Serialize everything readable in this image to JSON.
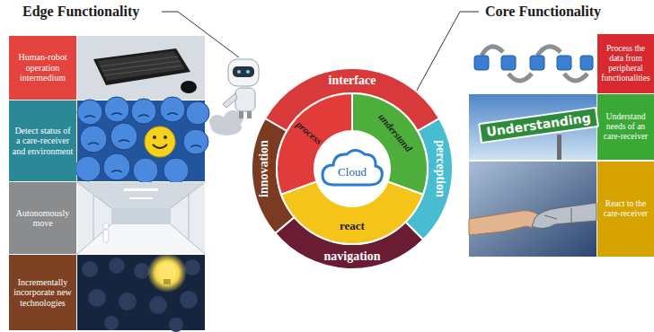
{
  "diagram": {
    "nodes": [
      {
        "text": [
          "Human-robot operation intermedium"
        ]
      },
      {
        "text": [
          "Detect status of a care-receiver and environment"
        ]
      },
      {
        "text": [
          "Autonomously move"
        ]
      },
      {
        "text": [
          "Incrementally incorporate new technologies"
        ]
      },
      {
        "text": [
          "interface"
        ]
      },
      {
        "text": [
          "perception"
        ]
      },
      {
        "text": [
          "navigation"
        ]
      },
      {
        "text": [
          "innovation"
        ]
      },
      {
        "text": [
          "process"
        ]
      },
      {
        "text": [
          "understand"
        ]
      },
      {
        "text": [
          "react"
        ]
      },
      {
        "text": [
          "Cloud"
        ]
      },
      {
        "text": [
          "Process the data from peripheral functionalities"
        ]
      },
      {
        "text": [
          "Understand needs of an care-receiver"
        ]
      },
      {
        "text": [
          "React to the care-receiver"
        ]
      }
    ],
    "labels": [
      "Edge Functionality",
      "Core Functionality",
      "Understanding"
    ]
  }
}
